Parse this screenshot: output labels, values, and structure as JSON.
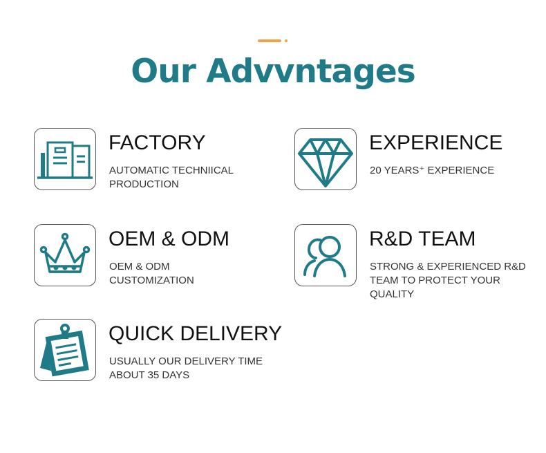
{
  "header": {
    "title": "Our Advvntages"
  },
  "colors": {
    "teal": "#1e7b87",
    "accent": "#f0a24a"
  },
  "features": [
    {
      "icon": "factory-building-icon",
      "title": "FACTORY",
      "desc": [
        "AUTOMATIC TECHNIICAL",
        "PRODUCTION"
      ]
    },
    {
      "icon": "diamond-icon",
      "title": "EXPERIENCE",
      "desc": [
        "20 YEARS⁺ EXPERIENCE"
      ]
    },
    {
      "icon": "crown-icon",
      "title": "OEM & ODM",
      "desc": [
        "OEM & ODM",
        "CUSTOMIZATION"
      ]
    },
    {
      "icon": "team-people-icon",
      "title": "R&D TEAM",
      "desc": [
        "STRONG & EXPERIENCED R&D",
        "TEAM TO PROTECT YOUR",
        "QUALITY"
      ]
    },
    {
      "icon": "clipboard-delivery-icon",
      "title": "QUICK DELIVERY",
      "desc": [
        "USUALLY OUR DELIVERY TIME",
        "ABOUT 35 DAYS"
      ]
    }
  ]
}
